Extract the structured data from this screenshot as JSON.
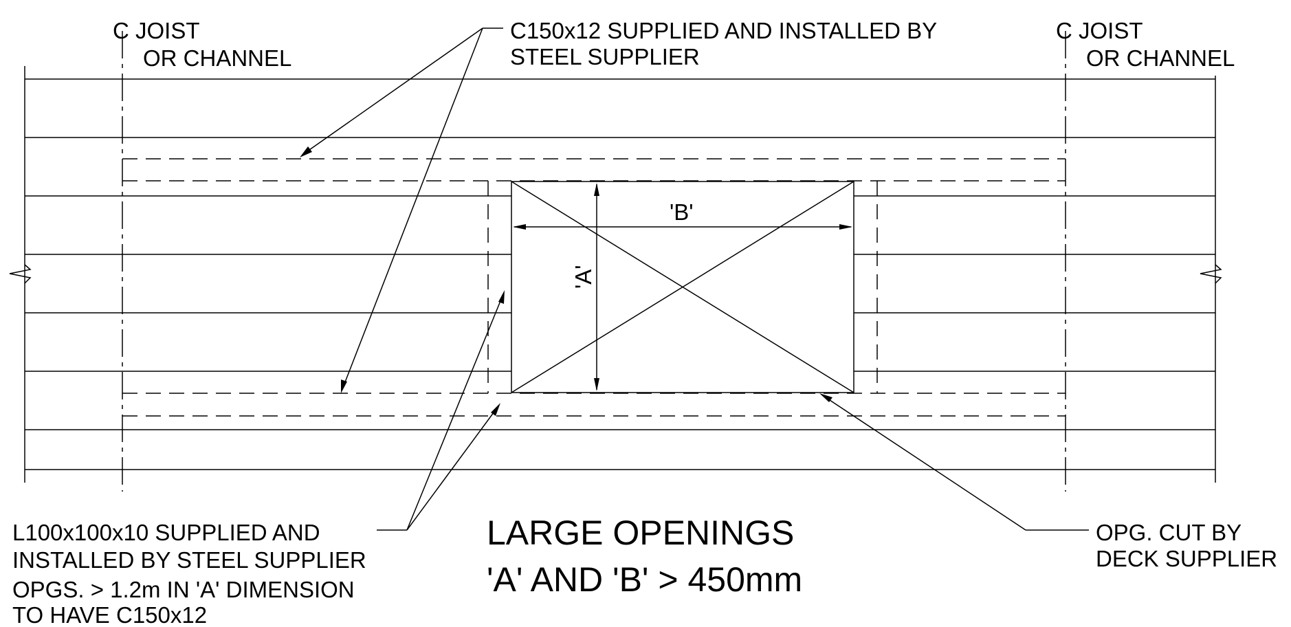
{
  "labels": {
    "joist_left_line1": "C JOIST",
    "joist_left_line2": "OR CHANNEL",
    "joist_right_line1": "C JOIST",
    "joist_right_line2": "OR CHANNEL",
    "channel_note_line1": "C150x12 SUPPLIED AND INSTALLED BY",
    "channel_note_line2": "STEEL SUPPLIER",
    "angle_note_line1": "L100x100x10 SUPPLIED AND",
    "angle_note_line2": "INSTALLED BY STEEL SUPPLIER",
    "angle_note_line3": "OPGS. > 1.2m IN 'A' DIMENSION",
    "angle_note_line4": "TO HAVE C150x12",
    "cut_note_line1": "OPG. CUT BY",
    "cut_note_line2": "DECK SUPPLIER",
    "dim_a": "'A'",
    "dim_b": "'B'"
  },
  "title": {
    "line1": "LARGE OPENINGS",
    "line2": "'A' AND 'B' > 450mm"
  }
}
